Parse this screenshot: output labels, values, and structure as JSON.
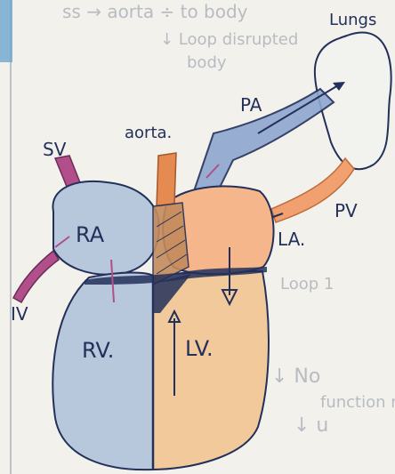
{
  "labels": {
    "sv": "SV",
    "ra": "RA",
    "iv": "IV",
    "rv": "RV.",
    "lv": "LV.",
    "aorta": "aorta.",
    "pa": "PA",
    "pv": "PV",
    "la": "LA.",
    "lungs": "Lungs"
  },
  "background_notes": {
    "top_line_1": "ss → aorta ÷ to body",
    "top_line_2": "↓ Loop disrupted",
    "top_line_3": "body",
    "mid_line": "Loop 1",
    "lower_line_1": "↓ No",
    "lower_line_2": "↓ u",
    "lower_line_3": "function mo"
  },
  "colors": {
    "paper": "#f3f1ec",
    "ink": "#23305a",
    "deoxygenated_blue": "#b7c7dc",
    "oxygenated_orange": "#f1a070",
    "vein_purple": "#b24e8a",
    "aorta_orange": "#e58a50",
    "pulmonary_artery_blue": "#8ea7d0"
  }
}
